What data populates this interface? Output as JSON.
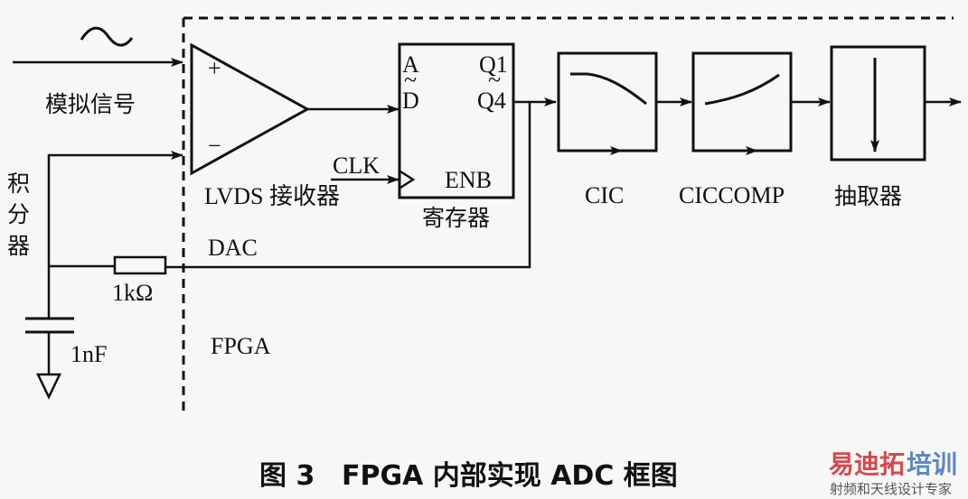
{
  "diagram": {
    "title": "FPGA 内部实现 ADC 框图",
    "caption": {
      "figure_label": "图 3",
      "text": "FPGA 内部实现 ADC 框图"
    },
    "boundary_label": "FPGA",
    "inputs": {
      "analog_signal_label": "模拟信号",
      "sine_symbol": "sine-wave-icon"
    },
    "integrator": {
      "label_chars": [
        "积",
        "分",
        "器"
      ],
      "resistor_label": "1kΩ",
      "capacitor_label": "1nF"
    },
    "receiver": {
      "label": "LVDS 接收器",
      "plus": "+",
      "minus": "−"
    },
    "register": {
      "label": "寄存器",
      "in_top": "A",
      "in_bot": "D",
      "out_top": "Q1",
      "out_bot": "Q4",
      "tilde": "~",
      "enable": "ENB",
      "clock": "CLK"
    },
    "dac_label": "DAC",
    "blocks": [
      {
        "id": "cic",
        "label": "CIC"
      },
      {
        "id": "ciccomp",
        "label": "CICCOMP"
      },
      {
        "id": "decimator",
        "label": "抽取器"
      }
    ]
  },
  "watermark": {
    "top_left": "易迪拓",
    "top_right": "培训",
    "bottom": "射频和天线设计专家",
    "color_red": "#d9474c",
    "color_blue": "#5b88c4"
  }
}
